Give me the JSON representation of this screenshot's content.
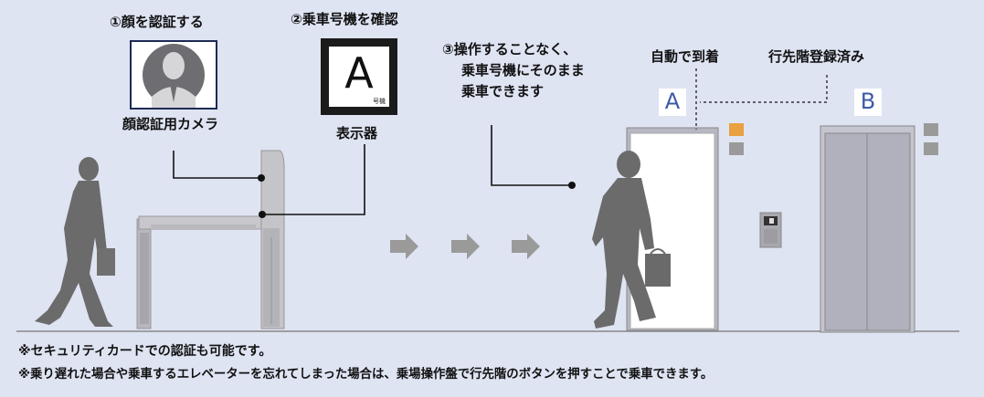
{
  "steps": {
    "step1": "①顔を認証する",
    "step2": "②乗車号機を確認",
    "step3_lines": [
      "③操作することなく、",
      "乗車号機にそのまま",
      "乗車できます"
    ]
  },
  "labels": {
    "camera": "顔認証用カメラ",
    "display": "表示器",
    "auto_arrival": "自動で到着",
    "registered": "行先階登録済み"
  },
  "display_panel": {
    "letter": "A",
    "small_text": "号機"
  },
  "elevators": {
    "left": "A",
    "right": "B"
  },
  "notes": [
    "※セキュリティカードでの認証も可能です。",
    "※乗り遅れた場合や乗車するエレベーターを忘れてしまった場合は、乗場操作盤で行先階のボタンを押すことで乗車できます。"
  ],
  "colors": {
    "background": "#dfe4f3",
    "figure": "#6b6b6b",
    "arrow": "#9a9a9a",
    "indicator_orange": "#e8a040",
    "indicator_gray": "#9a9a9a",
    "door_letter": "#3c5aa8"
  },
  "icons": [
    "person-silhouette-icon",
    "camera-portrait-icon",
    "arrow-right-icon",
    "elevator-panel-icon"
  ]
}
